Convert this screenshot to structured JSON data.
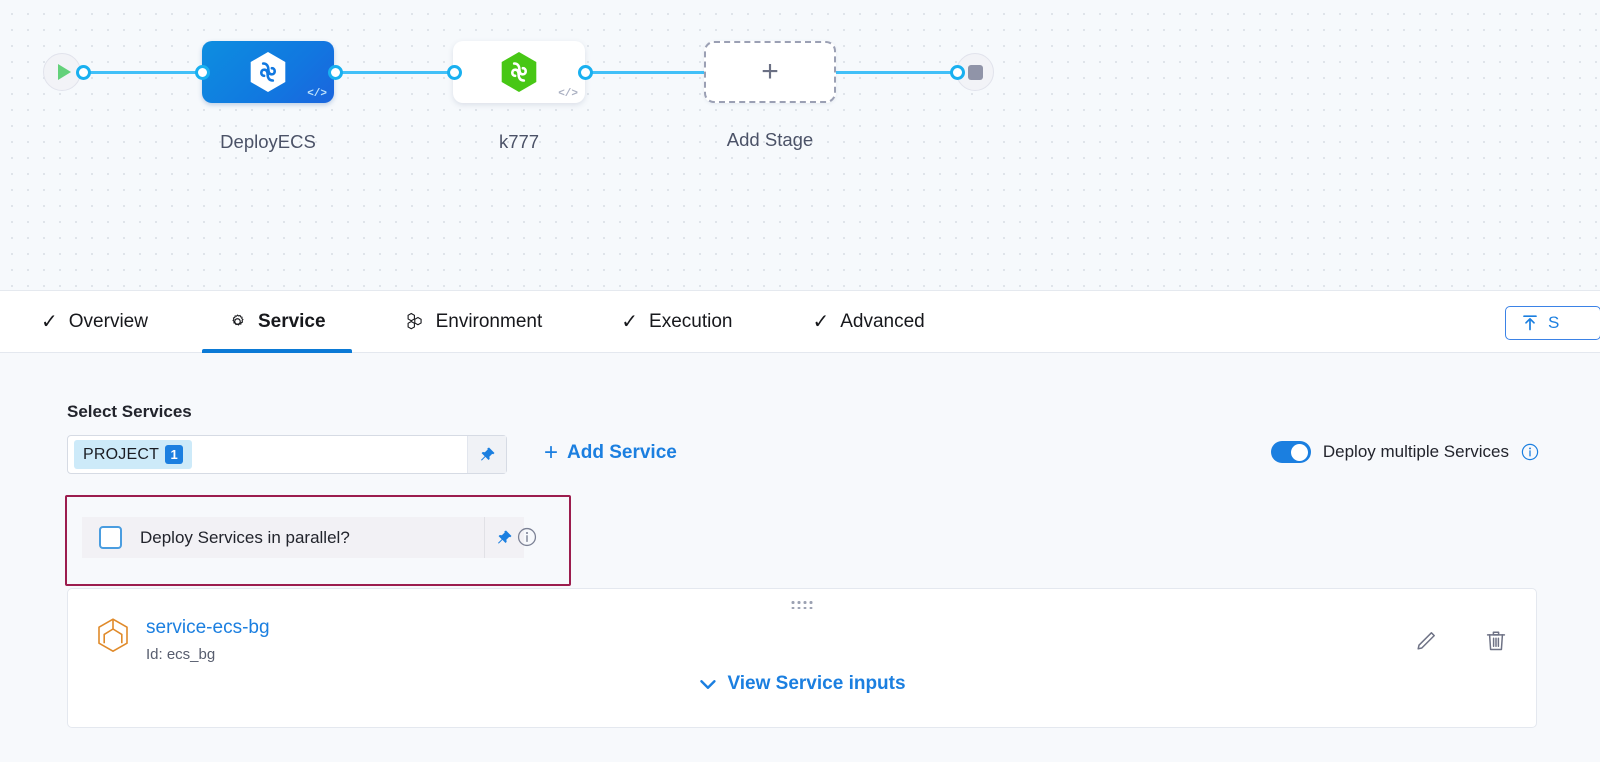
{
  "pipeline": {
    "start_node": {
      "icon": "play-icon",
      "label": ""
    },
    "end_node": {
      "icon": "stop-icon",
      "label": ""
    },
    "stages": [
      {
        "name": "DeployECS",
        "icon": "harness-hexagon-icon",
        "code_badge": "</>",
        "style": "selected"
      },
      {
        "name": "k777",
        "icon": "harness-hexagon-icon",
        "code_badge": "</>",
        "style": "default"
      }
    ],
    "add_stage": {
      "label": "Add Stage",
      "icon": "plus-icon"
    }
  },
  "tabs": [
    {
      "label": "Overview",
      "icon": "check-icon",
      "active": false
    },
    {
      "label": "Service",
      "icon": "gear-icon",
      "active": true
    },
    {
      "label": "Environment",
      "icon": "hexagon-cluster-icon",
      "active": false
    },
    {
      "label": "Execution",
      "icon": "check-icon",
      "active": false
    },
    {
      "label": "Advanced",
      "icon": "check-icon",
      "active": false
    }
  ],
  "save_button": {
    "label": "S",
    "icon": "save-upload-icon"
  },
  "service_section": {
    "title": "Select Services",
    "select": {
      "chip_label": "PROJECT",
      "chip_count": "1",
      "pin_icon": "pin-icon"
    },
    "add_service": {
      "label": "Add Service",
      "icon": "plus-icon"
    },
    "deploy_multiple": {
      "label": "Deploy multiple Services",
      "enabled": true,
      "info_icon": "info-icon"
    },
    "parallel": {
      "label": "Deploy Services in parallel?",
      "checked": false,
      "pin_icon": "pin-icon",
      "info_icon": "info-icon"
    },
    "service_card": {
      "name": "service-ecs-bg",
      "id_label": "Id: ecs_bg",
      "icon": "service-cube-icon",
      "drag_handle": "drag-handle-icon",
      "view_inputs_label": "View Service inputs",
      "view_inputs_icon": "chevron-down-icon",
      "edit_icon": "pencil-icon",
      "delete_icon": "trash-icon"
    }
  },
  "colors": {
    "accent_blue": "#1b7fe0",
    "edge_blue": "#41c0f8",
    "stage_selected": "#0d8ee0",
    "harness_green": "#47c715",
    "highlight_border": "#9c1d4e",
    "service_icon_orange": "#e08a2a",
    "canvas_bg": "#f6f9fc",
    "panel_bg": "#f7f9fc"
  }
}
